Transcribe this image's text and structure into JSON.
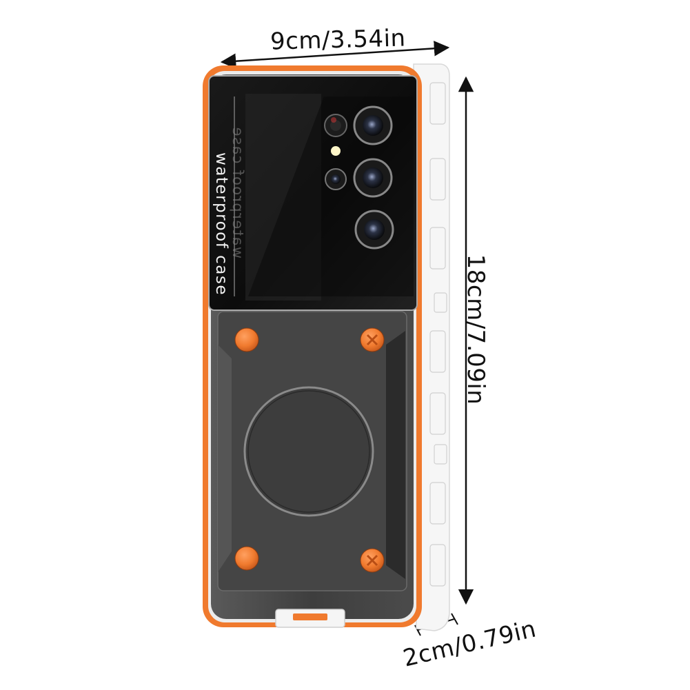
{
  "dimensions": {
    "width_label": "9cm/3.54in",
    "height_label": "18cm/7.09in",
    "depth_label": "2cm/0.79in"
  },
  "product": {
    "case_text": "waterproof case"
  },
  "colors": {
    "accent_orange": "#f07a2e",
    "case_frame": "#f4f4f4",
    "case_body": "#3a3a3a",
    "lens_black": "#111111"
  }
}
